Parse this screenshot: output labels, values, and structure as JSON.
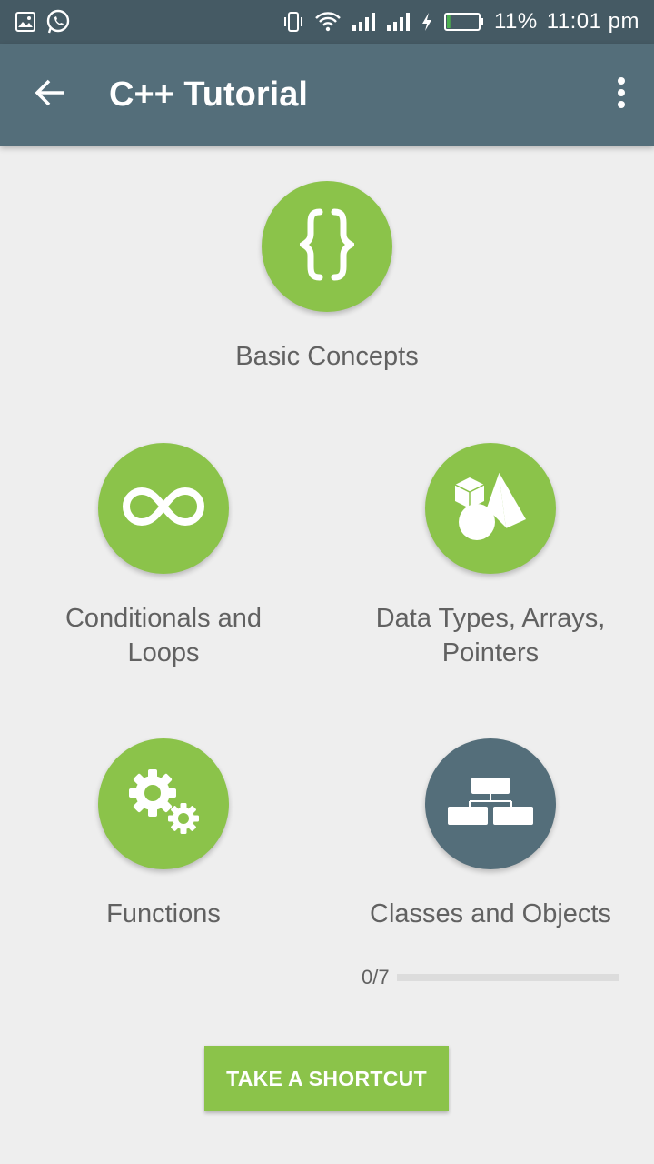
{
  "status_bar": {
    "battery_percent": "11%",
    "time": "11:01 pm",
    "battery_level": 0.11,
    "icons": [
      "gallery-icon",
      "whatsapp-icon",
      "vibrate-icon",
      "wifi-icon",
      "signal-icon",
      "signal-icon",
      "charging-icon",
      "battery-icon"
    ]
  },
  "app_bar": {
    "title": "C++ Tutorial",
    "back_icon": "arrow-back-icon",
    "menu_icon": "more-vert-icon"
  },
  "topics": [
    {
      "label": "Basic Concepts",
      "icon": "braces-icon",
      "locked": false
    },
    {
      "label": "Conditionals and Loops",
      "icon": "infinity-icon",
      "locked": false
    },
    {
      "label": "Data Types, Arrays, Pointers",
      "icon": "shapes-icon",
      "locked": false
    },
    {
      "label": "Functions",
      "icon": "gears-icon",
      "locked": false
    },
    {
      "label": "Classes and Objects",
      "icon": "hierarchy-icon",
      "locked": true
    }
  ],
  "progress": {
    "text": "0/7",
    "fraction": 0
  },
  "shortcut_button": {
    "label": "TAKE A SHORTCUT"
  },
  "colors": {
    "accent_green": "#8bc34a",
    "app_bar": "#546e7a",
    "status_bar": "#455a64",
    "locked": "#546e7a",
    "background": "#eeeeee"
  }
}
